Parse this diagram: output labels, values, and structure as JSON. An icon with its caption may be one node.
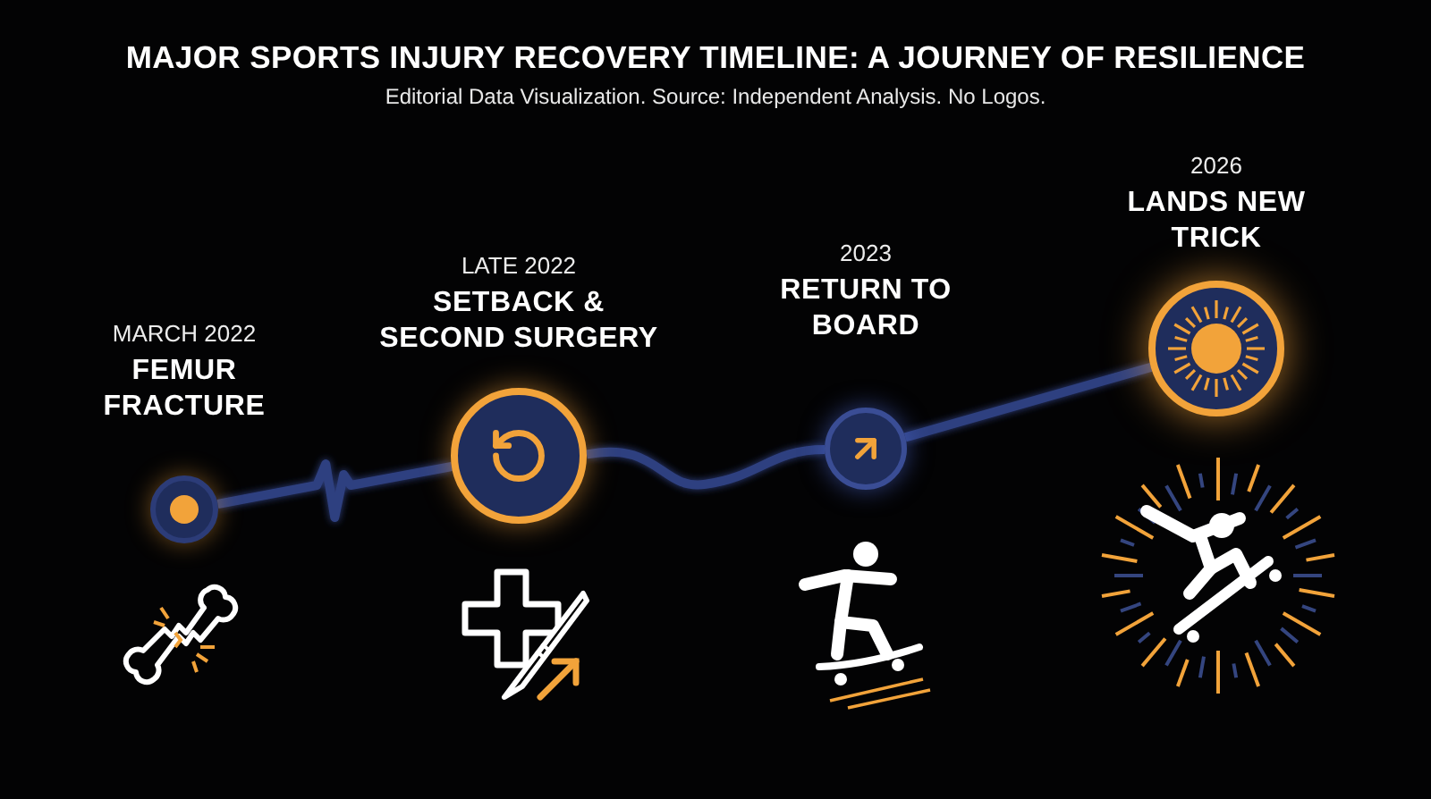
{
  "diagram": {
    "title": "MAJOR SPORTS INJURY RECOVERY TIMELINE: A JOURNEY OF RESILIENCE",
    "nodes": [
      {
        "text": [],
        "shape": "circle",
        "beside": [
          "MARCH 2022",
          "FEMUR FRACTURE"
        ]
      },
      {
        "text": [],
        "shape": "circle",
        "beside": [
          "LATE 2022",
          "SETBACK & SECOND SURGERY"
        ]
      },
      {
        "text": [],
        "shape": "circle",
        "beside": [
          "2023",
          "RETURN TO BOARD"
        ]
      },
      {
        "text": [],
        "shape": "circle",
        "beside": [
          "2026",
          "LANDS NEW TRICK"
        ]
      }
    ],
    "edges": [
      {
        "from": 0,
        "to": 1,
        "arrow": "none"
      },
      {
        "from": 1,
        "to": 2,
        "arrow": "none"
      },
      {
        "from": 2,
        "to": 3,
        "arrow": "none"
      }
    ],
    "labels": [
      "Editorial Data Visualization. Source: Independent Analysis. No Logos."
    ]
  }
}
